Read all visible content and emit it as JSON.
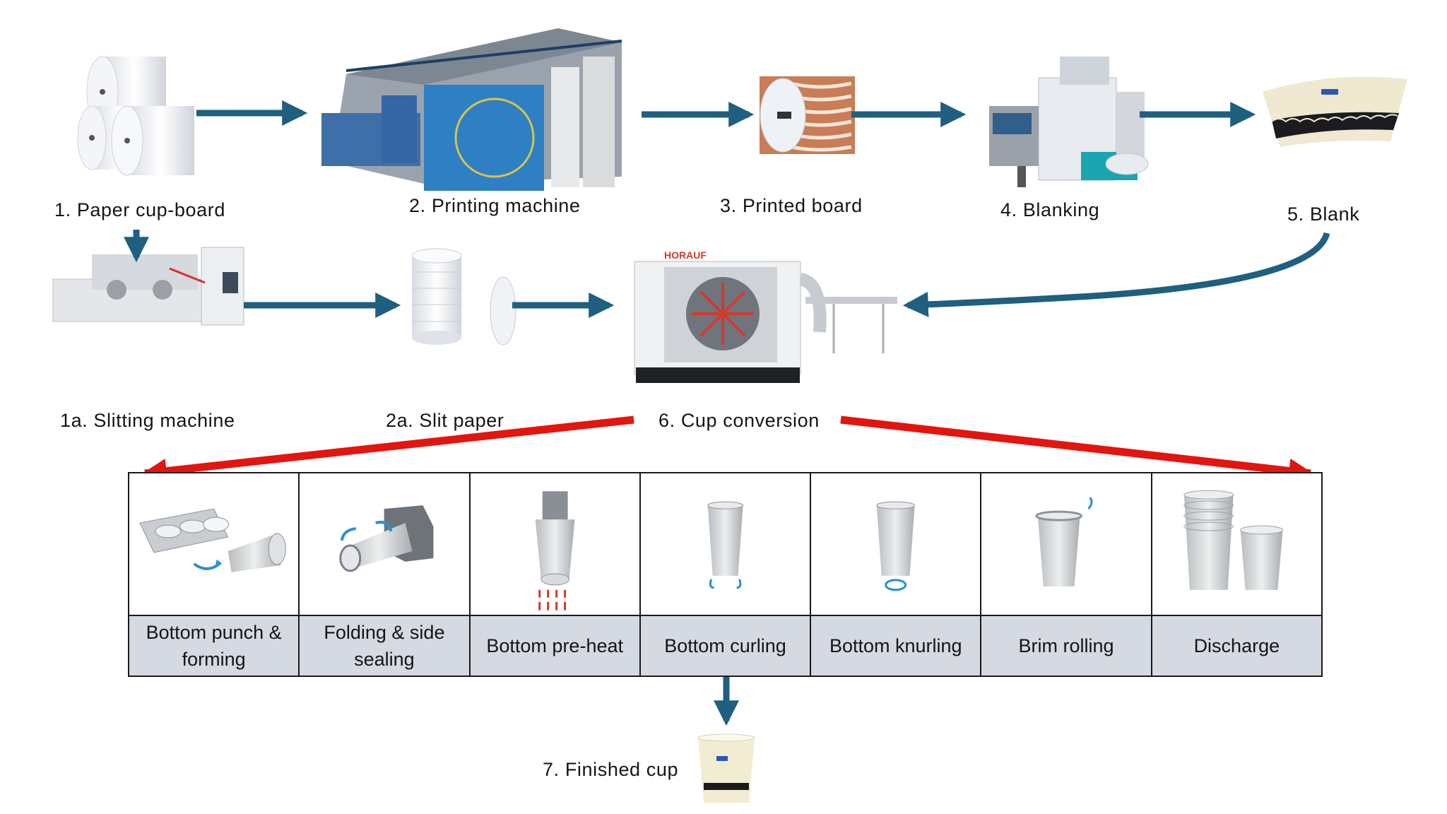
{
  "steps": {
    "s1": "1.  Paper cup-board",
    "s2": "2.  Printing machine",
    "s3": "3.  Printed board",
    "s4": "4.  Blanking",
    "s5": "5.  Blank",
    "s1a": "1a. Slitting machine",
    "s2a": "2a. Slit paper",
    "s6": "6.  Cup conversion",
    "s7": "7.  Finished cup"
  },
  "stages": [
    {
      "label": "Bottom punch & forming",
      "icon": "bottom-punch-icon"
    },
    {
      "label": "Folding & side sealing",
      "icon": "side-sealing-icon"
    },
    {
      "label": "Bottom pre-heat",
      "icon": "preheat-nozzle-icon"
    },
    {
      "label": "Bottom curling",
      "icon": "bottom-curling-icon"
    },
    {
      "label": "Bottom knurling",
      "icon": "bottom-knurling-icon"
    },
    {
      "label": "Brim rolling",
      "icon": "brim-rolling-icon"
    },
    {
      "label": "Discharge",
      "icon": "stacked-cups-icon"
    }
  ],
  "colors": {
    "flow_arrow": "#1f5f7f",
    "branch_arrow": "#e3150f",
    "caption_fill": "#d5d9e2",
    "machine_blue": "#2f7fc4",
    "machine_teal": "#1aa5b0"
  }
}
